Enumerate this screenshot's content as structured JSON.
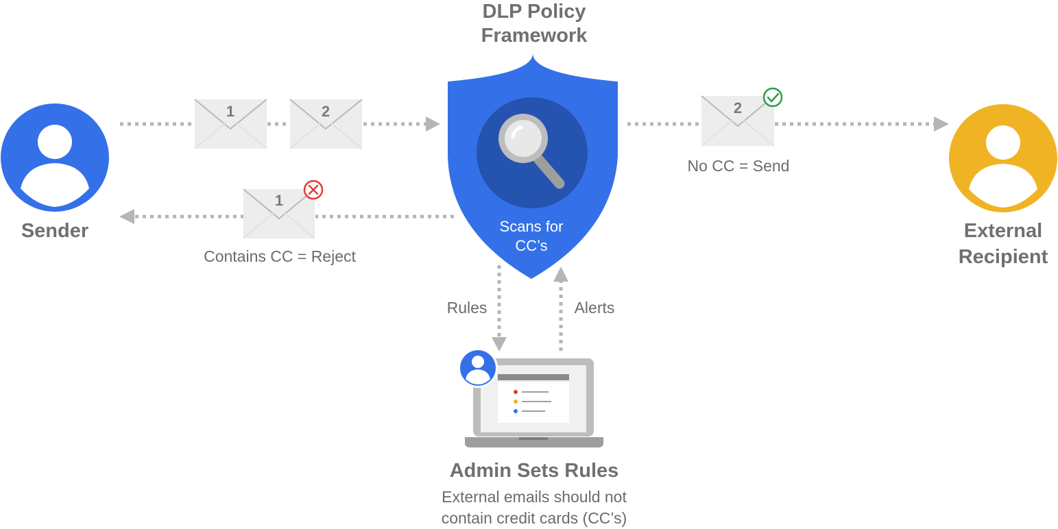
{
  "framework": {
    "title_line1": "DLP Policy",
    "title_line2": "Framework",
    "scan_line1": "Scans for",
    "scan_line2": "CC’s",
    "icon": "magnifier-icon",
    "color": "#3471e8",
    "inner_color": "#2553b0"
  },
  "sender": {
    "label": "Sender",
    "icon": "person-icon",
    "color": "#3471e8"
  },
  "recipient": {
    "label_line1": "External",
    "label_line2": "Recipient",
    "icon": "person-icon",
    "color": "#f0b323"
  },
  "outgoing_emails": [
    {
      "number": "1"
    },
    {
      "number": "2"
    }
  ],
  "rejected_email": {
    "number": "1",
    "status_icon": "x-circle-icon",
    "status_color": "#e53935",
    "caption": "Contains CC = Reject"
  },
  "sent_email": {
    "number": "2",
    "status_icon": "check-circle-icon",
    "status_color": "#2e9d4a",
    "caption": "No CC = Send"
  },
  "admin": {
    "rules_label": "Rules",
    "alerts_label": "Alerts",
    "title": "Admin Sets Rules",
    "desc_line1": "External emails should not",
    "desc_line2": "contain credit cards (CC’s)",
    "icon": "laptop-icon",
    "bullet_colors": [
      "#e53935",
      "#f0b323",
      "#3471e8"
    ]
  }
}
